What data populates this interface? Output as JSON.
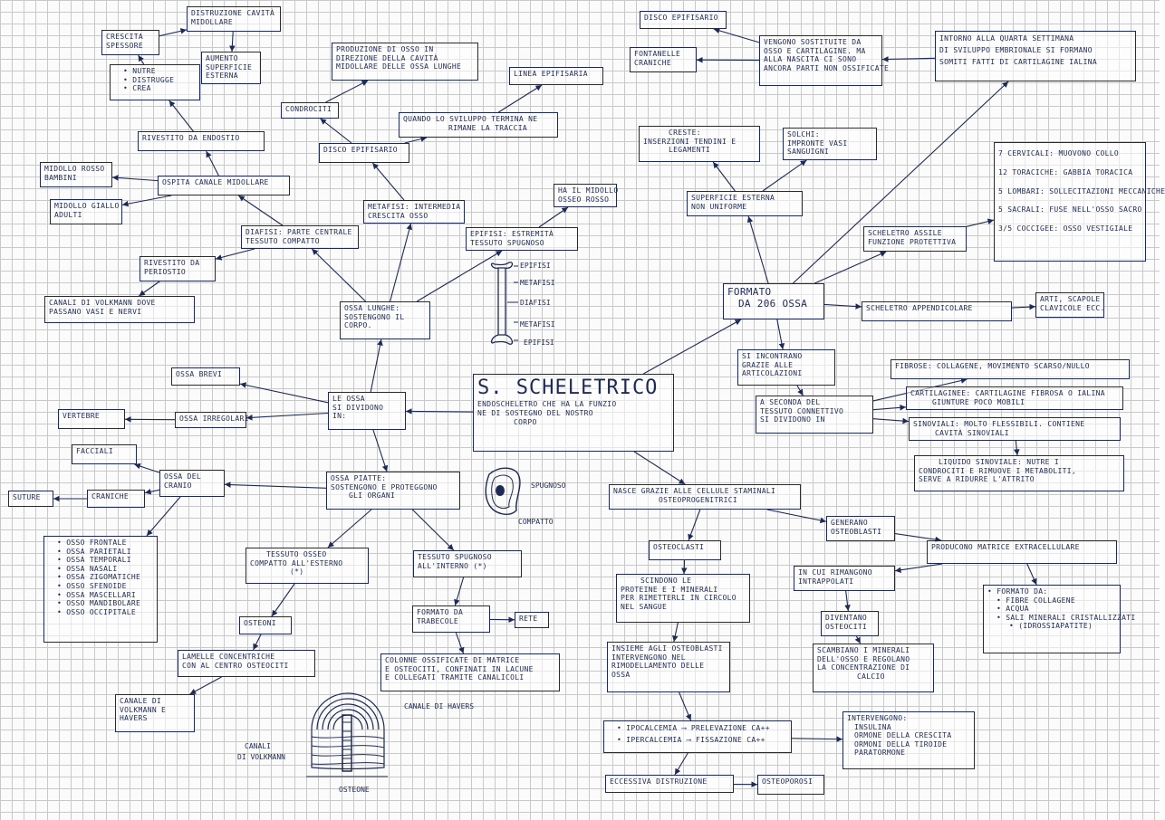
{
  "colors": {
    "ink": "#1e2a55",
    "grid": "#c9c9c9",
    "paper": "#fbfbfb"
  },
  "nodes": {
    "scheletrico": {
      "title": "S. SCHELETRICO",
      "lines": [
        "ENDOSCHELETRO CHE HA LA FUNZIO",
        "NE DI SOSTEGNO DEL NOSTRO",
        "CORPO"
      ]
    },
    "le_ossa": {
      "lines": [
        "LE OSSA",
        "SI DIVIDONO",
        "IN:"
      ]
    },
    "ossa_brevi": {
      "lines": [
        "OSSA BREVI"
      ]
    },
    "ossa_irregolari": {
      "lines": [
        "OSSA IRREGOLARI"
      ]
    },
    "vertebre": {
      "lines": [
        "VERTEBRE"
      ]
    },
    "ossa_lunghe": {
      "lines": [
        "OSSA LUNGHE:",
        "SOSTENGONO IL",
        "CORPO."
      ]
    },
    "diafisi": {
      "lines": [
        "DIAFISI: PARTE CENTRALE",
        "TESSUTO COMPATTO"
      ]
    },
    "metafisi": {
      "lines": [
        "METAFISI: INTERMEDIA",
        "CRESCITA OSSO"
      ]
    },
    "epifisi": {
      "lines": [
        "EPIFISI: ESTREMITÀ",
        "TESSUTO SPUGNOSO"
      ]
    },
    "midollo_osseo_rosso": {
      "lines": [
        "HA IL MIDOLLO",
        "OSSEO ROSSO"
      ]
    },
    "disco_epifisario": {
      "lines": [
        "DISCO EPIFISARIO"
      ]
    },
    "condrociti": {
      "lines": [
        "CONDROCITI"
      ]
    },
    "produzione_osso": {
      "lines": [
        "PRODUZIONE DI OSSO IN",
        "DIREZIONE DELLA CAVITÀ",
        "MIDOLLARE DELLE OSSA LUNGHE"
      ]
    },
    "sviluppo_termina": {
      "lines": [
        "QUANDO LO SVILUPPO TERMINA NE",
        "RIMANE LA TRACCIA"
      ]
    },
    "linea_epifisaria": {
      "lines": [
        "LINEA EPIFISARIA"
      ]
    },
    "ospita_canale": {
      "lines": [
        "OSPITA CANALE MIDOLLARE"
      ]
    },
    "midollo_rosso_bambini": {
      "lines": [
        "MIDOLLO ROSSO",
        "BAMBINI"
      ]
    },
    "midollo_giallo": {
      "lines": [
        "MIDOLLO GIALLO",
        "ADULTI"
      ]
    },
    "rivestito_endostio": {
      "lines": [
        "RIVESTITO DA ENDOSTIO"
      ]
    },
    "nutre": {
      "lines": [
        "NUTRE",
        "DISTRUGGE",
        "CREA"
      ]
    },
    "crescita_spessore": {
      "lines": [
        "CRESCITA",
        "SPESSORE"
      ]
    },
    "distruzione_cavita": {
      "lines": [
        "DISTRUZIONE CAVITÀ",
        "MIDOLLARE"
      ]
    },
    "aumento_superficie": {
      "lines": [
        "AUMENTO",
        "SUPERFICIE",
        "ESTERNA"
      ]
    },
    "rivestito_periostio": {
      "lines": [
        "RIVESTITO DA",
        "PERIOSTIO"
      ]
    },
    "canali_volkmann": {
      "lines": [
        "CANALI DI VOLKMANN DOVE",
        "PASSANO VASI E NERVI"
      ]
    },
    "ossa_piatte": {
      "lines": [
        "OSSA PIATTE:",
        "SOSTENGONO E PROTEGGONO",
        "GLI ORGANI"
      ]
    },
    "ossa_cranio": {
      "lines": [
        "OSSA DEL",
        "CRANIO"
      ]
    },
    "facciali": {
      "lines": [
        "FACCIALI"
      ]
    },
    "craniche": {
      "lines": [
        "CRANICHE"
      ]
    },
    "suture": {
      "lines": [
        "SUTURE"
      ]
    },
    "lista_ossa": {
      "lines": [
        "OSSO FRONTALE",
        "OSSA PARIETALI",
        "OSSA TEMPORALI",
        "OSSA NASALI",
        "OSSA ZIGOMATICHE",
        "OSSO SFENOIDE",
        "OSSA MASCELLARI",
        "OSSO MANDIBOLARE",
        "OSSO OCCIPITALE"
      ]
    },
    "tessuto_compatto": {
      "lines": [
        "TESSUTO OSSEO",
        "COMPATTO ALL'ESTERNO",
        "(*)"
      ]
    },
    "tessuto_spugnoso": {
      "lines": [
        "TESSUTO SPUGNOSO",
        "ALL'INTERNO (*)"
      ]
    },
    "osteoni": {
      "lines": [
        "OSTEONI"
      ]
    },
    "lamelle": {
      "lines": [
        "LAMELLE CONCENTRICHE",
        "CON AL CENTRO OSTEOCITI"
      ]
    },
    "canale_havers": {
      "lines": [
        "CANALE DI",
        "VOLKMANN E",
        "HAVERS"
      ]
    },
    "trabecole": {
      "lines": [
        "FORMATO DA",
        "TRABECOLE"
      ]
    },
    "rete": {
      "lines": [
        "RETE"
      ]
    },
    "colonne": {
      "lines": [
        "COLONNE OSSIFICATE DI MATRICE",
        "E OSTEOCITI, CONFINATI IN LACUNE",
        "E COLLEGATI TRAMITE CANALICOLI"
      ]
    },
    "formato_206": {
      "lines": [
        "FORMATO",
        "DA 206 OSSA"
      ]
    },
    "superficie_esterna": {
      "lines": [
        "SUPERFICIE ESTERNA",
        "NON UNIFORME"
      ]
    },
    "creste": {
      "lines": [
        "CRESTE:",
        "INSERZIONI TENDINI E",
        "LEGAMENTI"
      ]
    },
    "solchi": {
      "lines": [
        "SOLCHI:",
        "IMPRONTE VASI",
        "SANGUIGNI"
      ]
    },
    "scheletro_assile": {
      "lines": [
        "SCHELETRO ASSILE",
        "FUNZIONE PROTETTIVA"
      ]
    },
    "vertebre_lista": {
      "lines": [
        "7 CERVICALI: MUOVONO COLLO",
        "12 TORACICHE: GABBIA TORACICA",
        "5 LOMBARI: SOLLECITAZIONI MECCANICHE",
        "5 SACRALI: FUSE NELL'OSSO SACRO",
        "3/5 COCCIGEE: OSSO VESTIGIALE"
      ]
    },
    "scheletro_appendicolare": {
      "lines": [
        "SCHELETRO APPENDICOLARE"
      ]
    },
    "arti": {
      "lines": [
        "ARTI, SCAPOLE",
        "CLAVICOLE ECC."
      ]
    },
    "incontrano": {
      "lines": [
        "SI INCONTRANO",
        "GRAZIE ALLE",
        "ARTICOLAZIONI"
      ]
    },
    "seconda_tessuto": {
      "lines": [
        "A SECONDA DEL",
        "TESSUTO CONNETTIVO",
        "SI DIVIDONO IN"
      ]
    },
    "fibrose": {
      "lines": [
        "FIBROSE: COLLAGENE, MOVIMENTO SCARSO/NULLO"
      ]
    },
    "cartilaginee": {
      "lines": [
        "CARTILAGINEE: CARTILAGINE FIBROSA O IALINA",
        "GIUNTURE POCO MOBILI"
      ]
    },
    "sinoviali": {
      "lines": [
        "SINOVIALI: MOLTO FLESSIBILI. CONTIENE",
        "CAVITÀ SINOVIALI"
      ]
    },
    "liquido_sinoviale": {
      "lines": [
        "LIQUIDO SINOVIALE: NUTRE I",
        "CONDROCITI E RIMUOVE I METABOLITI,",
        "SERVE A RIDURRE L'ATTRITO"
      ]
    },
    "disco_epifisario_r": {
      "lines": [
        "DISCO EPIFISARIO"
      ]
    },
    "fontanelle": {
      "lines": [
        "FONTANELLE",
        "CRANICHE"
      ]
    },
    "vengono_sostituiti": {
      "lines": [
        "VENGONO SOSTITUITE DA",
        "OSSO E CARTILAGINE. MA",
        "ALLA NASCITA CI SONO",
        "ANCORA PARTI NON OSSIFICATE"
      ]
    },
    "settimana": {
      "lines": [
        "INTORNO ALLA QUARTA SETTIMANA",
        "DI SVILUPPO EMBRIONALE SI FORMANO",
        "SOMITI FATTI DI CARTILAGINE IALINA"
      ]
    },
    "nasce": {
      "lines": [
        "NASCE GRAZIE ALLE CELLULE STAMINALI",
        "OSTEOPROGENITRICI"
      ]
    },
    "osteoclasti": {
      "lines": [
        "OSTEOCLASTI"
      ]
    },
    "scindono": {
      "lines": [
        "SCINDONO LE",
        "PROTEINE E I MINERALI",
        "PER RIMETTERLI IN CIRCOLO",
        "NEL SANGUE"
      ]
    },
    "insieme": {
      "lines": [
        "INSIEME AGLI OSTEOBLASTI",
        "INTERVENGONO NEL",
        "RIMODELLAMENTO DELLE",
        "OSSA"
      ]
    },
    "ipocalcemia": {
      "lines": [
        "IPOCALCEMIA ⟶ PRELEVAZIONE Ca++",
        "IPERCALCEMIA ⟶ FISSAZIONE Ca++"
      ]
    },
    "intervengono": {
      "lines": [
        "INTERVENGONO:",
        "INSULINA",
        "ORMONE DELLA CRESCITA",
        "ORMONI DELLA TIROIDE",
        "PARATORMONE"
      ]
    },
    "eccessiva": {
      "lines": [
        "ECCESSIVA DISTRUZIONE"
      ]
    },
    "osteoporosi": {
      "lines": [
        "OSTEOPOROSI"
      ]
    },
    "osteoblasti": {
      "lines": [
        "GENERANO",
        "OSTEOBLASTI"
      ]
    },
    "producono": {
      "lines": [
        "PRODUCONO MATRICE EXTRACELLULARE"
      ]
    },
    "rimangono": {
      "lines": [
        "IN CUI RIMANGONO",
        "INTRAPPOLATI"
      ]
    },
    "osteociti": {
      "lines": [
        "DIVENTANO",
        "OSTEOCITI"
      ]
    },
    "scambiano": {
      "lines": [
        "SCAMBIANO I MINERALI",
        "DELL'OSSO E REGOLANO",
        "LA CONCENTRAZIONE DI",
        "CALCIO"
      ]
    },
    "formato_da": {
      "lines": [
        "FORMATO DA:",
        "FIBRE COLLAGENE",
        "ACQUA",
        "SALI MINERALI CRISTALLIZZATI",
        "(IDROSSIAPATITE)"
      ]
    }
  },
  "labels": {
    "bone_epifisi_top": "EPIFISI",
    "bone_metafisi_top": "METAFISI",
    "bone_diafisi": "DIAFISI",
    "bone_metafisi_bot": "METAFISI",
    "bone_epifisi_bot": "EPIFISI",
    "spugnoso": "SPUGNOSO",
    "compatto": "COMPATTO",
    "canale_havers_lbl": "CANALE DI HAVERS",
    "canali_volkmann_lbl": "CANALI",
    "canali_volkmann_lbl2": "DI VOLKMANN",
    "osteone_lbl": "OSTEONE"
  }
}
